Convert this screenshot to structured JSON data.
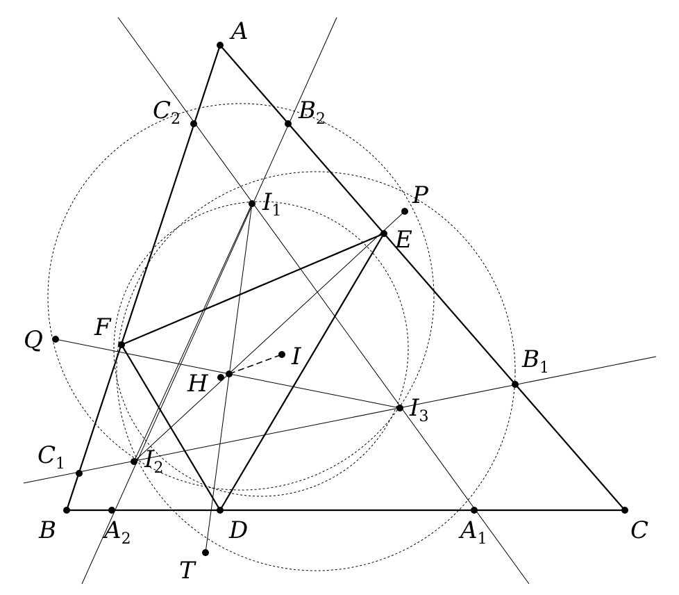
{
  "colors": {
    "ink": "#000000",
    "background": "#ffffff"
  },
  "points": [
    {
      "key": "A",
      "base": "A",
      "sub": ""
    },
    {
      "key": "B",
      "base": "B",
      "sub": ""
    },
    {
      "key": "C",
      "base": "C",
      "sub": ""
    },
    {
      "key": "D",
      "base": "D",
      "sub": ""
    },
    {
      "key": "E",
      "base": "E",
      "sub": ""
    },
    {
      "key": "F",
      "base": "F",
      "sub": ""
    },
    {
      "key": "H",
      "base": "H",
      "sub": ""
    },
    {
      "key": "I",
      "base": "I",
      "sub": ""
    },
    {
      "key": "I1",
      "base": "I",
      "sub": "1"
    },
    {
      "key": "I2",
      "base": "I",
      "sub": "2"
    },
    {
      "key": "I3",
      "base": "I",
      "sub": "3"
    },
    {
      "key": "A1",
      "base": "A",
      "sub": "1"
    },
    {
      "key": "A2",
      "base": "A",
      "sub": "2"
    },
    {
      "key": "B1",
      "base": "B",
      "sub": "1"
    },
    {
      "key": "B2",
      "base": "B",
      "sub": "2"
    },
    {
      "key": "C1",
      "base": "C",
      "sub": "1"
    },
    {
      "key": "C2",
      "base": "C",
      "sub": "2"
    },
    {
      "key": "P",
      "base": "P",
      "sub": ""
    },
    {
      "key": "Q",
      "base": "Q",
      "sub": ""
    },
    {
      "key": "T",
      "base": "T",
      "sub": ""
    }
  ]
}
